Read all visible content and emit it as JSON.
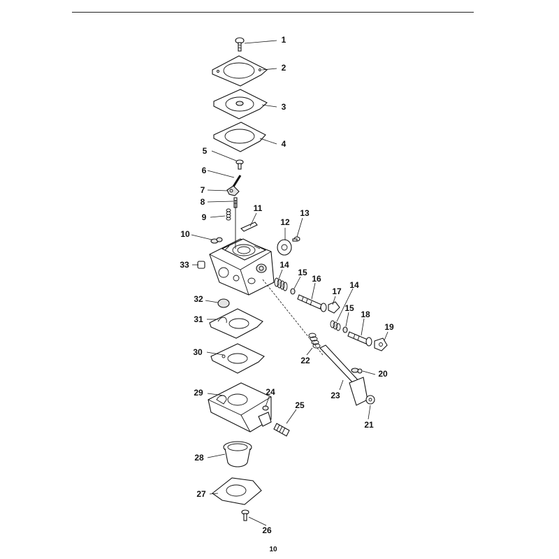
{
  "page": {
    "page_number": "10"
  },
  "callouts": [
    "1",
    "2",
    "3",
    "4",
    "5",
    "6",
    "7",
    "8",
    "9",
    "10",
    "11",
    "12",
    "13",
    "14",
    "15",
    "16",
    "17",
    "14",
    "15",
    "18",
    "19",
    "20",
    "21",
    "22",
    "23",
    "24",
    "25",
    "26",
    "27",
    "28",
    "29",
    "30",
    "31",
    "32",
    "33"
  ]
}
